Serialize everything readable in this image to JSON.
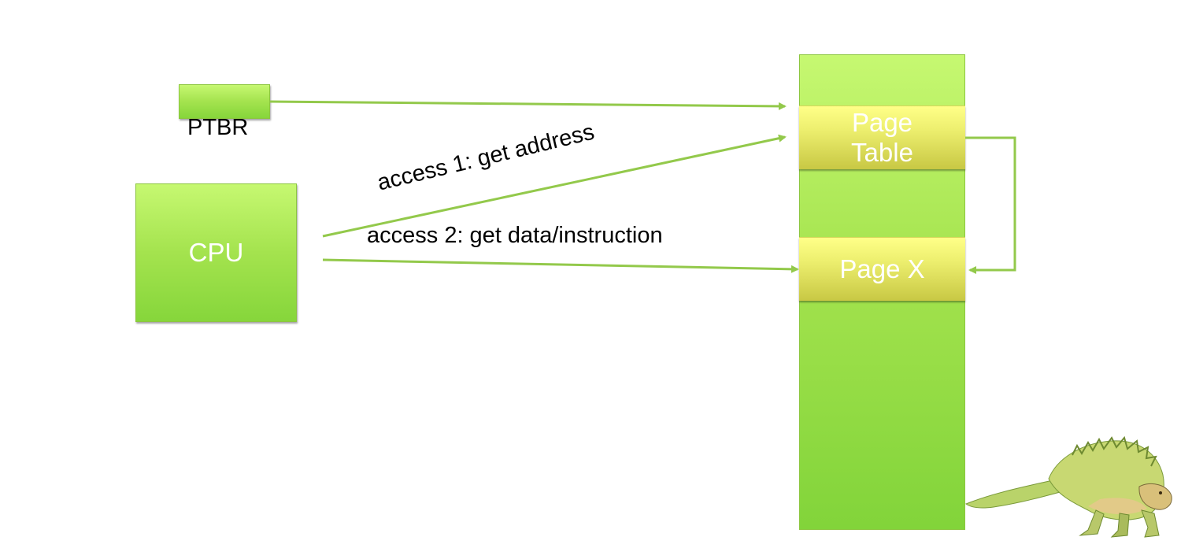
{
  "diagram": {
    "ptbr_label": "PTBR",
    "cpu_label": "CPU",
    "memory": {
      "page_table_label": "Page Table",
      "page_x_label": "Page X"
    },
    "access1_label": "access 1: get address",
    "access2_label": "access 2: get data/instruction"
  },
  "colors": {
    "box_green": "#a4e34e",
    "box_yellow": "#eef070",
    "arrow_green": "#93c94b"
  },
  "icons": {
    "mascot": "dinosaur-illustration"
  }
}
